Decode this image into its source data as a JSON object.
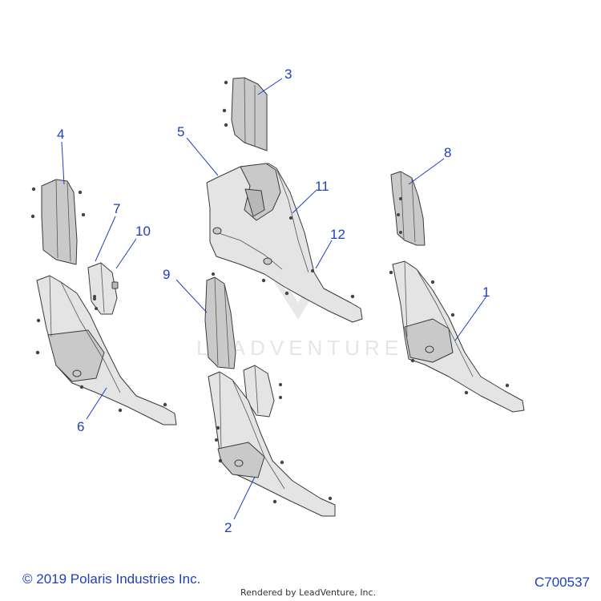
{
  "diagram": {
    "callouts": [
      "1",
      "2",
      "3",
      "4",
      "5",
      "6",
      "7",
      "8",
      "9",
      "10",
      "11",
      "12"
    ],
    "watermark": "LEADVENTURE",
    "colors": {
      "callout": "#1f3fbf",
      "part_fill": "#e4e4e4",
      "part_outline": "#3a3a3a"
    }
  },
  "footer": {
    "copyright": "© 2019 Polaris Industries Inc.",
    "rendered_by": "Rendered by LeadVenture, Inc.",
    "diagram_code": "C700537"
  }
}
